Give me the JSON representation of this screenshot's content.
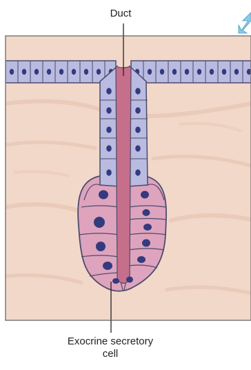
{
  "labels": {
    "duct": "Duct",
    "cell_line1": "Exocrine secretory",
    "cell_line2": "cell"
  },
  "colors": {
    "background": "#ffffff",
    "panel_border": "#7a7a7a",
    "connective_tissue": "#f1d8c8",
    "connective_streaks": "#e6c2ad",
    "duct_cells": "#b9bbe0",
    "secretory_cells": "#dea3bd",
    "cell_outline": "#4c4a6b",
    "nucleus": "#343a7e",
    "lumen": "#c56f8b",
    "leader_line": "#231f20",
    "arrow": "#8ecae6"
  },
  "icons": {
    "corner_arrow": "arrow-down-left-icon"
  }
}
